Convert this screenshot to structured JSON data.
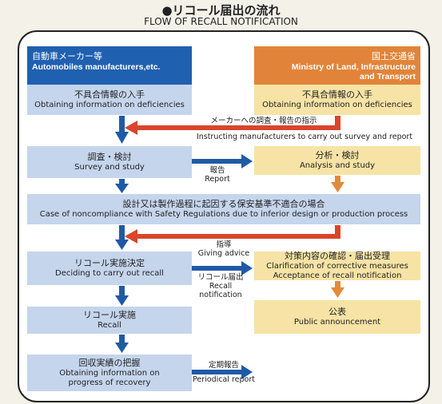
{
  "title": {
    "jp": "●リコール届出の流れ",
    "en": "FLOW OF RECALL NOTIFICATION"
  },
  "manufacturers": {
    "jp": "自動車メーカー等",
    "en": "Automobiles manufacturers,etc."
  },
  "ministry": {
    "jp": "国土交通省",
    "en1": "Ministry of Land, Infrastructure",
    "en2": "and Transport"
  },
  "boxes": {
    "obtain_left": {
      "jp": "不具合情報の入手",
      "en": "Obtaining information on deficiencies"
    },
    "obtain_right": {
      "jp": "不具合情報の入手",
      "en": "Obtaining information on deficiencies"
    },
    "survey": {
      "jp": "調査・検討",
      "en": "Survey and study"
    },
    "analysis": {
      "jp": "分析・検討",
      "en": "Analysis and study"
    },
    "noncompliance": {
      "jp": "設計又は製作過程に起因する保安基準不適合の場合",
      "en": "Case of noncompliance with Safety Regulations due to inferior design or production process"
    },
    "decide": {
      "jp": "リコール実施決定",
      "en": "Deciding to carry out recall"
    },
    "confirm": {
      "jp": "対策内容の確認・届出受理",
      "en1": "Clarification of corrective measures",
      "en2": "Acceptance of recall notification"
    },
    "recall": {
      "jp": "リコール実施",
      "en": "Recall"
    },
    "announce": {
      "jp": "公表",
      "en": "Public announcement"
    },
    "progress": {
      "jp": "回収実績の把握",
      "en1": "Obtaining information on",
      "en2": "progress of recovery"
    }
  },
  "labels": {
    "instruct_jp": "メーカーへの調査・報告の指示",
    "instruct_en": "Instructing manufacturers to carry out survey and report",
    "report_jp": "報告",
    "report_en": "Report",
    "advice_jp": "指導",
    "advice_en": "Giving advice",
    "notif_jp": "リコール届出",
    "notif_en1": "Recall",
    "notif_en2": "notification",
    "periodical_jp": "定期報告",
    "periodical_en": "Periodical report"
  },
  "colors": {
    "blue_header": "#2060b0",
    "orange_header": "#e1843a",
    "blue_box": "#c5d5ec",
    "yellow_box": "#f6e3a5",
    "blue_arrow": "#1f5aa6",
    "red_arrow": "#d9452b",
    "orange_arrow": "#e28a3b"
  }
}
